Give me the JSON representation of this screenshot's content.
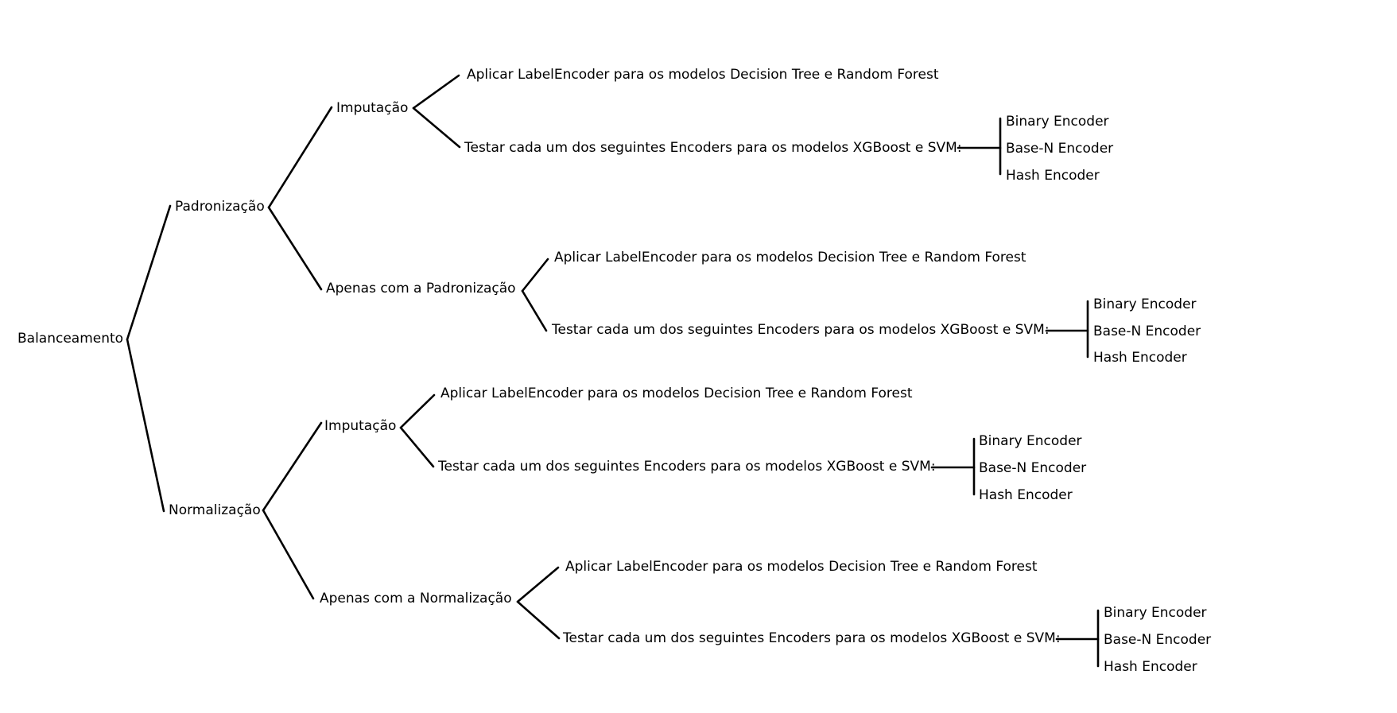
{
  "root": "Balanceamento",
  "branches": [
    {
      "label": "Padronização",
      "children": [
        {
          "label": "Imputação",
          "label_encoder": "Aplicar LabelEncoder para os modelos Decision Tree e Random Forest",
          "test": "Testar cada um dos seguintes Encoders para os modelos XGBoost e SVM:",
          "encoders": [
            "Binary Encoder",
            "Base-N Encoder",
            "Hash Encoder"
          ]
        },
        {
          "label": "Apenas com a Padronização",
          "label_encoder": "Aplicar LabelEncoder para os modelos Decision Tree e Random Forest",
          "test": "Testar cada um dos seguintes Encoders para os modelos XGBoost e SVM:",
          "encoders": [
            "Binary Encoder",
            "Base-N Encoder",
            "Hash Encoder"
          ]
        }
      ]
    },
    {
      "label": "Normalização",
      "children": [
        {
          "label": "Imputação",
          "label_encoder": "Aplicar LabelEncoder para os modelos Decision Tree e Random Forest",
          "test": "Testar cada um dos seguintes Encoders para os modelos XGBoost e SVM:",
          "encoders": [
            "Binary Encoder",
            "Base-N Encoder",
            "Hash Encoder"
          ]
        },
        {
          "label": "Apenas com a Normalização",
          "label_encoder": "Aplicar LabelEncoder para os modelos Decision Tree e Random Forest",
          "test": "Testar cada um dos seguintes Encoders para os modelos XGBoost e SVM:",
          "encoders": [
            "Binary Encoder",
            "Base-N Encoder",
            "Hash Encoder"
          ]
        }
      ]
    }
  ]
}
